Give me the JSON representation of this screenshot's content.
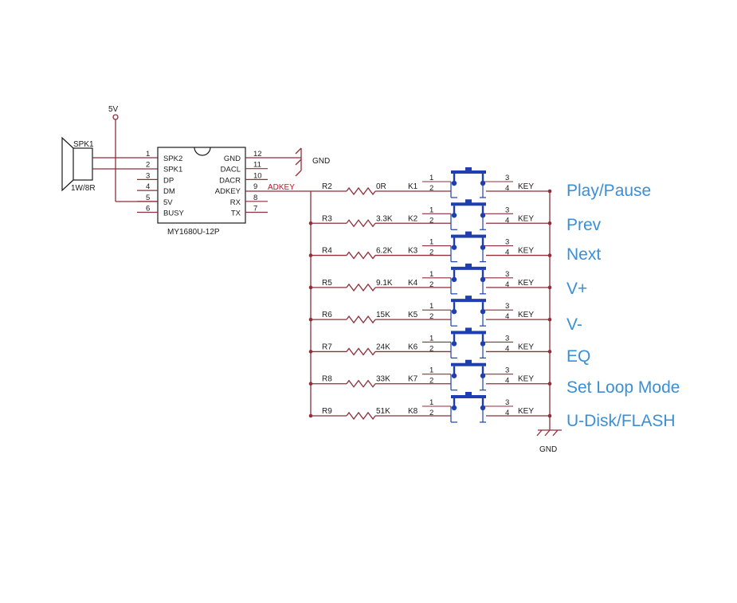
{
  "colors": {
    "wire": "#8e2f3a",
    "net_label": "#c8102e",
    "button": "#1f3fb0",
    "function_label": "#3a8fd6",
    "text": "#1a1a1a"
  },
  "power": {
    "label": "5V"
  },
  "speaker": {
    "ref": "SPK1",
    "value": "1W/8R"
  },
  "ic": {
    "part": "MY1680U-12P",
    "left_pins": [
      {
        "num": "1",
        "name": "SPK2"
      },
      {
        "num": "2",
        "name": "SPK1"
      },
      {
        "num": "3",
        "name": "DP"
      },
      {
        "num": "4",
        "name": "DM"
      },
      {
        "num": "5",
        "name": "5V"
      },
      {
        "num": "6",
        "name": "BUSY"
      }
    ],
    "right_pins": [
      {
        "num": "12",
        "name": "GND"
      },
      {
        "num": "11",
        "name": "DACL"
      },
      {
        "num": "10",
        "name": "DACR"
      },
      {
        "num": "9",
        "name": "ADKEY"
      },
      {
        "num": "8",
        "name": "RX"
      },
      {
        "num": "7",
        "name": "TX"
      }
    ]
  },
  "ground": {
    "top": "GND",
    "bottom": "GND"
  },
  "net": {
    "adkey": "ADKEY"
  },
  "button_pins": {
    "p1": "1",
    "p2": "2",
    "p3": "3",
    "p4": "4",
    "key": "KEY"
  },
  "rows": [
    {
      "resistor": "R2",
      "value": "0R",
      "switch": "K1",
      "function": "Play/Pause"
    },
    {
      "resistor": "R3",
      "value": "3.3K",
      "switch": "K2",
      "function": "Prev"
    },
    {
      "resistor": "R4",
      "value": "6.2K",
      "switch": "K3",
      "function": "Next"
    },
    {
      "resistor": "R5",
      "value": "9.1K",
      "switch": "K4",
      "function": "V+"
    },
    {
      "resistor": "R6",
      "value": "15K",
      "switch": "K5",
      "function": "V-"
    },
    {
      "resistor": "R7",
      "value": "24K",
      "switch": "K6",
      "function": "EQ"
    },
    {
      "resistor": "R8",
      "value": "33K",
      "switch": "K7",
      "function": "Set Loop Mode"
    },
    {
      "resistor": "R9",
      "value": "51K",
      "switch": "K8",
      "function": "U-Disk/FLASH"
    }
  ]
}
